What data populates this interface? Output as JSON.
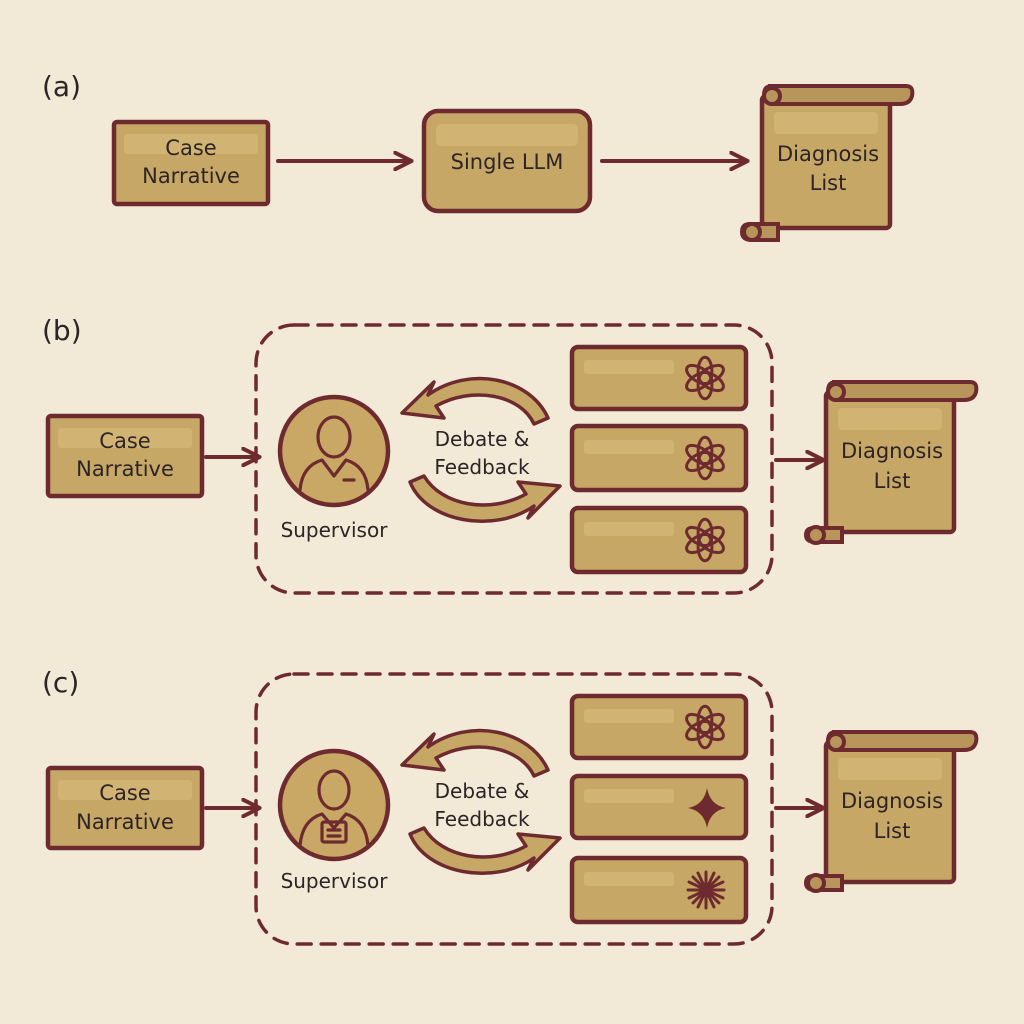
{
  "panels": {
    "a": {
      "label": "(a)",
      "input_line1": "Case",
      "input_line2": "Narrative",
      "model": "Single LLM",
      "output_line1": "Diagnosis",
      "output_line2": "List"
    },
    "b": {
      "label": "(b)",
      "input_line1": "Case",
      "input_line2": "Narrative",
      "supervisor": "Supervisor",
      "cycle_line1": "Debate &",
      "cycle_line2": "Feedback",
      "agent_icons": [
        "openai-logo-icon",
        "openai-logo-icon",
        "openai-logo-icon"
      ],
      "output_line1": "Diagnosis",
      "output_line2": "List"
    },
    "c": {
      "label": "(c)",
      "input_line1": "Case",
      "input_line2": "Narrative",
      "supervisor": "Supervisor",
      "cycle_line1": "Debate &",
      "cycle_line2": "Feedback",
      "agent_icons": [
        "openai-logo-icon",
        "gemini-star-icon",
        "anthropic-burst-icon"
      ],
      "output_line1": "Diagnosis",
      "output_line2": "List"
    }
  },
  "colors": {
    "background": "#f2e9d6",
    "box_fill": "#c7a766",
    "stroke": "#6e2b2f",
    "text": "#2c2426"
  }
}
